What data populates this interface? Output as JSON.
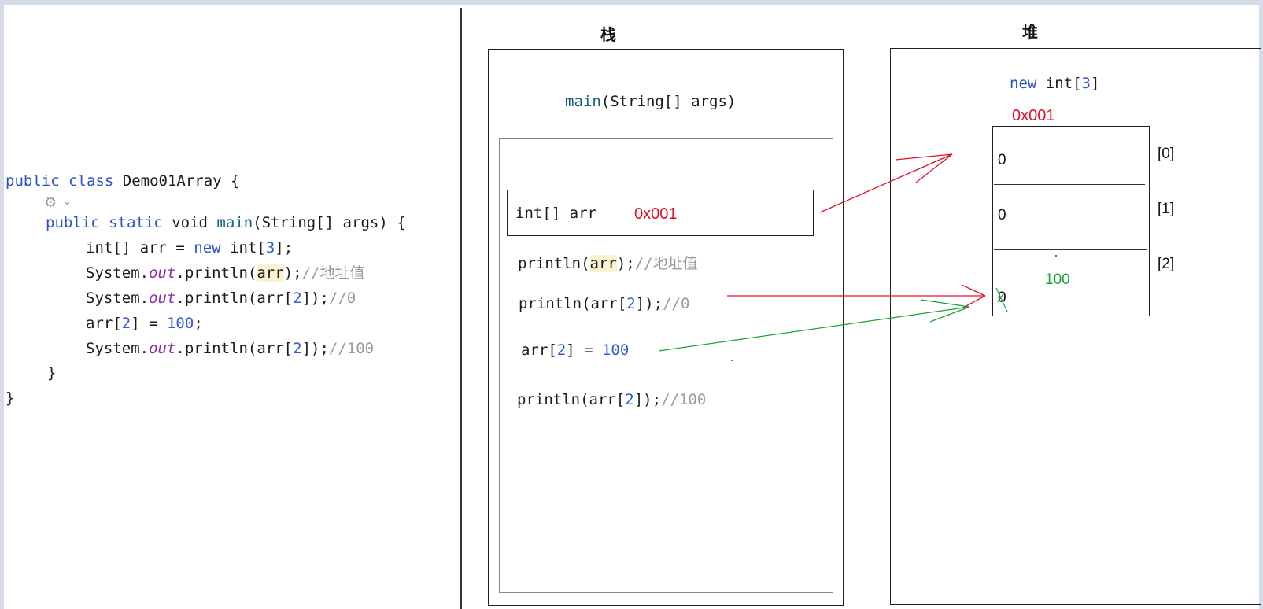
{
  "code": {
    "l1": {
      "kw1": "public",
      "kw2": "class",
      "name": "Demo01Array",
      "brace": "{"
    },
    "l2": {
      "kw1": "public",
      "kw2": "static",
      "kw3": "void",
      "method": "main",
      "rest": "(String[] args) {"
    },
    "l3": {
      "type": "int[] arr = ",
      "kw": "new",
      "type2": " int[",
      "n": "3",
      "end": "];"
    },
    "l4": {
      "pre": "System.",
      "field": "out",
      "mid": ".println(",
      "arg": "arr",
      "end": ");",
      "comment": "//地址值"
    },
    "l5": {
      "pre": "System.",
      "field": "out",
      "mid": ".println(arr[",
      "n": "2",
      "end": "]);",
      "comment": "//0"
    },
    "l6": {
      "pre": "arr[",
      "n": "2",
      "mid": "] = ",
      "val": "100",
      "end": ";"
    },
    "l7": {
      "pre": "System.",
      "field": "out",
      "mid": ".println(arr[",
      "n": "2",
      "end": "]);",
      "comment": "//100"
    },
    "l8": "}",
    "l9": "}"
  },
  "stack": {
    "title": "栈",
    "frame_pre": "main",
    "frame_rest": "(String[] args)",
    "var_label": "int[] arr",
    "var_addr": "0x001",
    "s1": {
      "pre": "println(",
      "arg": "arr",
      "end": ");",
      "comment": "//地址值"
    },
    "s2": {
      "pre": "println(arr[",
      "n": "2",
      "end": "]);",
      "comment": "//0"
    },
    "s3": {
      "pre": "arr[",
      "n": "2",
      "mid": "] = ",
      "val": "100"
    },
    "s4": {
      "pre": "println(arr[",
      "n": "2",
      "end": "]);",
      "comment": "//100"
    }
  },
  "heap": {
    "title": "堆",
    "new_kw": "new",
    "new_type": " int[",
    "new_n": "3",
    "new_end": "]",
    "addr": "0x001",
    "cells": [
      {
        "value": "0",
        "index": "[0]"
      },
      {
        "value": "0",
        "index": "[1]"
      },
      {
        "value": "0",
        "index": "[2]",
        "new_value": "100"
      }
    ]
  },
  "colors": {
    "ref_arrow": "#e0102a",
    "assign_arrow": "#1aa33a",
    "keyword": "#2a53c8"
  },
  "icons": {
    "gear": "gear-icon",
    "chevron": "chevron-down-icon"
  }
}
